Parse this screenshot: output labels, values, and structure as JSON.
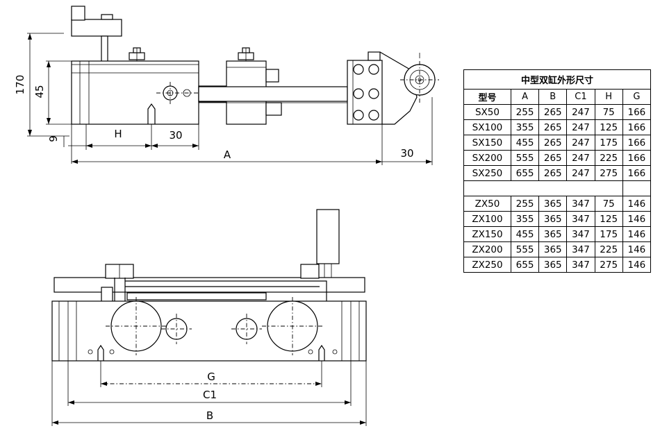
{
  "dims_side": {
    "h170": "170",
    "h45": "45",
    "h9": "9",
    "H": "H",
    "d30": "30",
    "A": "A",
    "d30r": "30"
  },
  "dims_front": {
    "G": "G",
    "C1": "C1",
    "B": "B"
  },
  "table": {
    "title": "中型双缸外形尺寸",
    "headers": [
      "型号",
      "A",
      "B",
      "C1",
      "H",
      "G"
    ],
    "group1": [
      [
        "SX50",
        "255",
        "265",
        "247",
        "75",
        "166"
      ],
      [
        "SX100",
        "355",
        "265",
        "247",
        "125",
        "166"
      ],
      [
        "SX150",
        "455",
        "265",
        "247",
        "175",
        "166"
      ],
      [
        "SX200",
        "555",
        "265",
        "247",
        "225",
        "166"
      ],
      [
        "SX250",
        "655",
        "265",
        "247",
        "275",
        "166"
      ]
    ],
    "group2": [
      [
        "ZX50",
        "255",
        "365",
        "347",
        "75",
        "146"
      ],
      [
        "ZX100",
        "355",
        "365",
        "347",
        "125",
        "146"
      ],
      [
        "ZX150",
        "455",
        "365",
        "347",
        "175",
        "146"
      ],
      [
        "ZX200",
        "555",
        "365",
        "347",
        "225",
        "146"
      ],
      [
        "ZX250",
        "655",
        "365",
        "347",
        "275",
        "146"
      ]
    ]
  }
}
